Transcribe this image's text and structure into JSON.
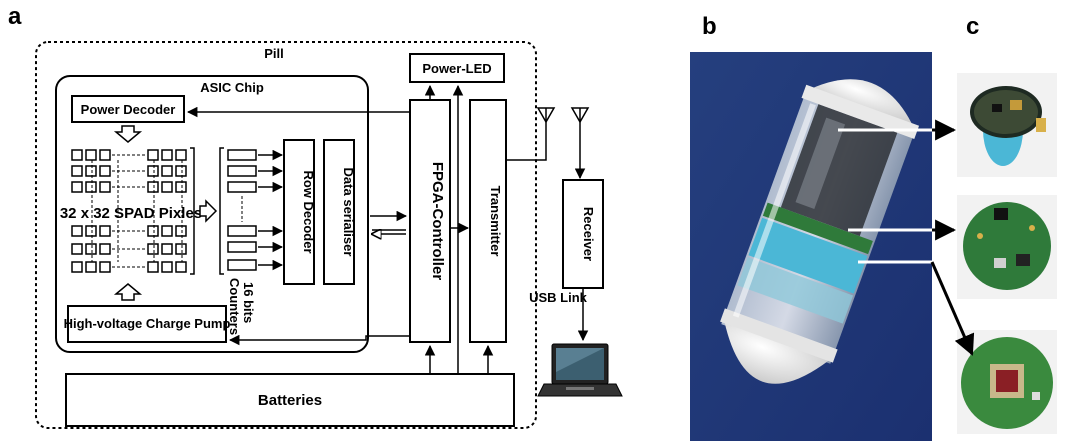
{
  "panels": {
    "a": "a",
    "b": "b",
    "c": "c"
  },
  "diagram": {
    "pill_label": "Pill",
    "asic_label": "ASIC Chip",
    "power_decoder": "Power Decoder",
    "spad_label": "32 x 32 SPAD Pixles",
    "counters_label": "Counters",
    "bits_label": "16 bits",
    "row_decoder": "Row Decoder",
    "data_serialiser": "Data serialiser",
    "charge_pump": "High-voltage Charge Pump",
    "power_led": "Power-LED",
    "fpga": "FPGA-Controller",
    "transmitter": "Transmitter",
    "receiver": "Receiver",
    "usb_link": "USB Link",
    "batteries": "Batteries"
  },
  "colors": {
    "ink": "#000000",
    "photo_bg": "#1f3f8a",
    "pill_white": "#eeeeee",
    "pcb_green": "#2f7a3a",
    "blue_band": "#4bb7d6"
  },
  "icons": {
    "antenna": "antenna-icon",
    "laptop": "laptop-icon"
  }
}
